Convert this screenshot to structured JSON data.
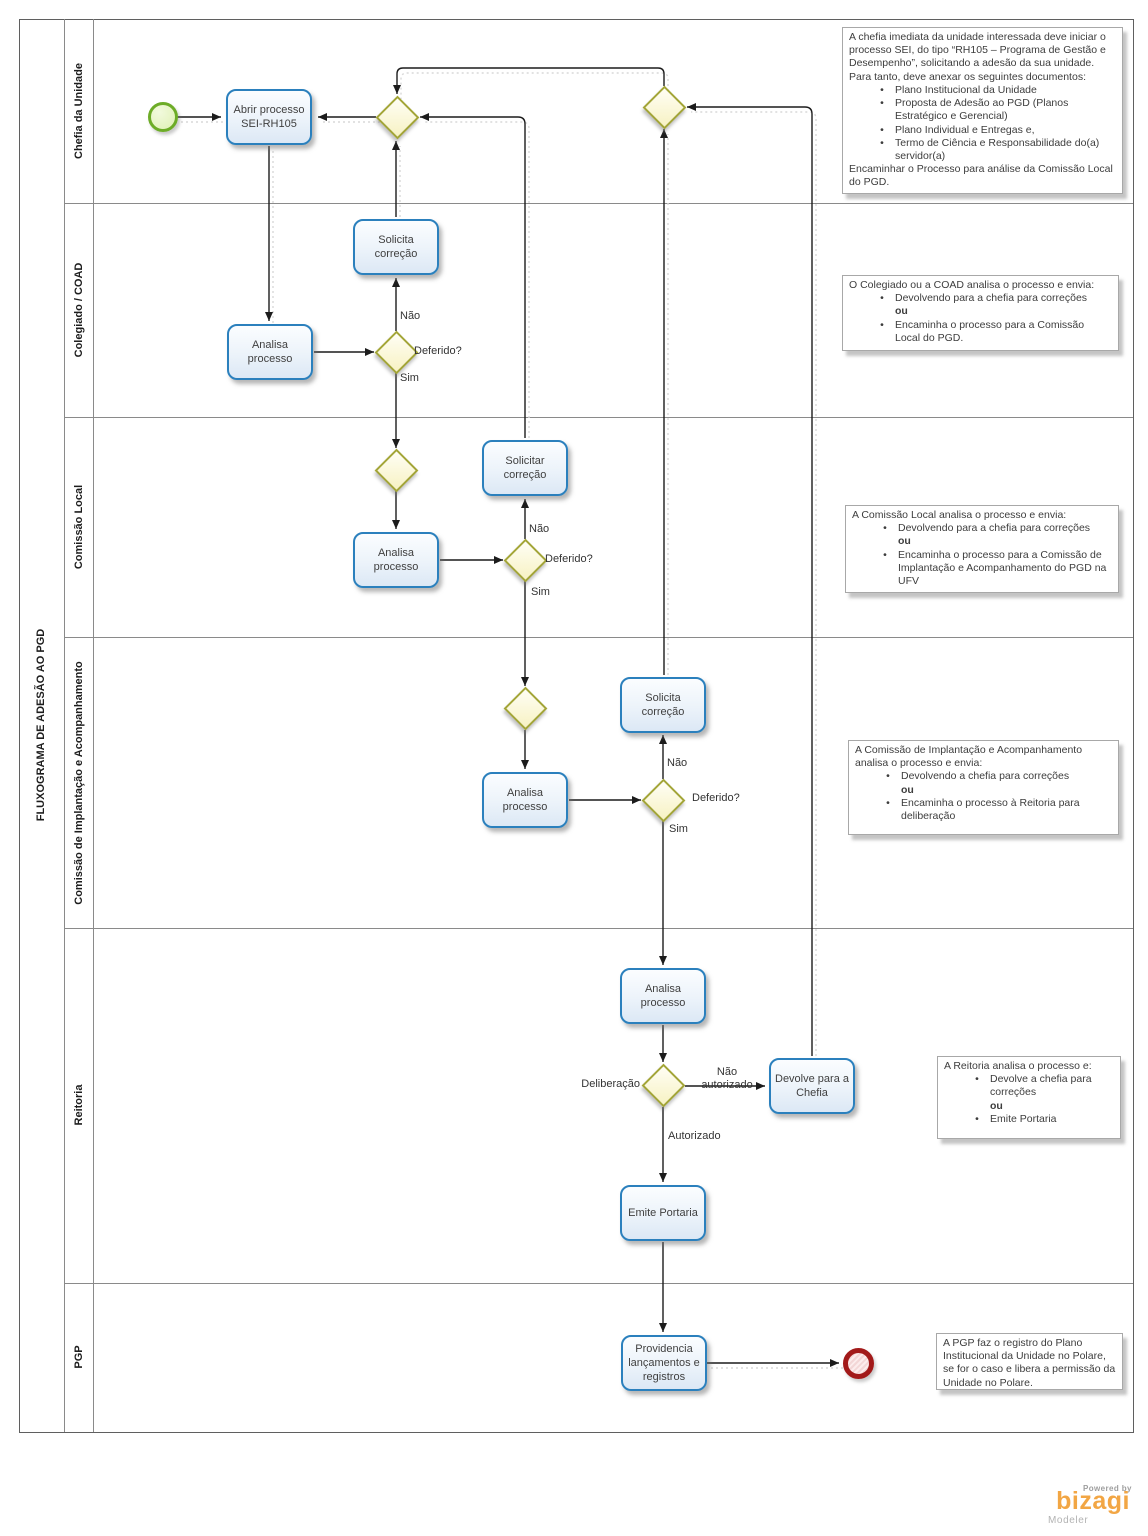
{
  "pool": {
    "title": "FLUXOGRAMA DE ADESÃO AO PGD"
  },
  "lanes": [
    {
      "label": "Chefia da Unidade"
    },
    {
      "label": "Colegiado / COAD"
    },
    {
      "label": "Comissão Local"
    },
    {
      "label": "Comissão de Implantação e Acompanhamento"
    },
    {
      "label": "Reitoria"
    },
    {
      "label": "PGP"
    }
  ],
  "nodes": {
    "abrir": {
      "label": "Abrir processo\nSEI-RH105"
    },
    "solicita2": {
      "label": "Solicita\ncorreção"
    },
    "analisa2": {
      "label": "Analisa\nprocesso"
    },
    "solicitar3": {
      "label": "Solicitar\ncorreção"
    },
    "analisa3": {
      "label": "Analisa\nprocesso"
    },
    "solicita4": {
      "label": "Solicita\ncorreção"
    },
    "analisa4": {
      "label": "Analisa\nprocesso"
    },
    "analisa5": {
      "label": "Analisa\nprocesso"
    },
    "devolve": {
      "label": "Devolve para a\nChefia"
    },
    "emite": {
      "label": "Emite Portaria"
    },
    "providencia": {
      "label": "Providencia\nlançamentos e\nregistros"
    }
  },
  "edge_labels": {
    "nao": "Não",
    "sim": "Sim",
    "deferido": "Deferido?",
    "deliberacao": "Deliberação",
    "nao_autorizado": "Não\nautorizado",
    "autorizado": "Autorizado"
  },
  "annotations": {
    "a1": {
      "intro": "A chefia imediata da unidade interessada deve iniciar o processo SEI, do tipo “RH105 – Programa de Gestão e Desempenho”, solicitando a adesão da sua unidade.\nPara tanto, deve anexar os seguintes documentos:",
      "bullets": [
        "Plano Institucional da Unidade",
        "Proposta de Adesão ao PGD (Planos Estratégico e Gerencial)",
        "Plano Individual e Entregas e,",
        "Termo de Ciência e Responsabilidade do(a) servidor(a)"
      ],
      "outro": "Encaminhar o Processo para análise da Comissão Local do PGD."
    },
    "a2": {
      "intro": "O Colegiado ou a COAD analisa o processo e envia:",
      "bullet1": "Devolvendo para a chefia para correções",
      "ou": "ou",
      "bullet2": "Encaminha o processo para a Comissão Local do PGD."
    },
    "a3": {
      "intro": "A Comissão Local analisa o processo e envia:",
      "bullet1": "Devolvendo para a chefia para correções",
      "ou": "ou",
      "bullet2": "Encaminha o processo para a Comissão de Implantação e Acompanhamento do PGD na UFV"
    },
    "a4": {
      "intro": "A Comissão de Implantação e Acompanhamento analisa o processo e envia:",
      "bullet1": "Devolvendo a chefia para correções",
      "ou": "ou",
      "bullet2": "Encaminha o processo à Reitoria para deliberação"
    },
    "a5": {
      "intro": "A Reitoria analisa o processo e:",
      "bullet1": "Devolve a chefia para correções",
      "ou": "ou",
      "bullet2": "Emite Portaria"
    },
    "a6": {
      "intro": "A PGP faz o registro do Plano Institucional da Unidade no Polare, se for o caso e libera a permissão da Unidade no Polare."
    }
  },
  "logo": {
    "powered_by": "Powered by",
    "brand": "bizagi",
    "product": "Modeler"
  }
}
